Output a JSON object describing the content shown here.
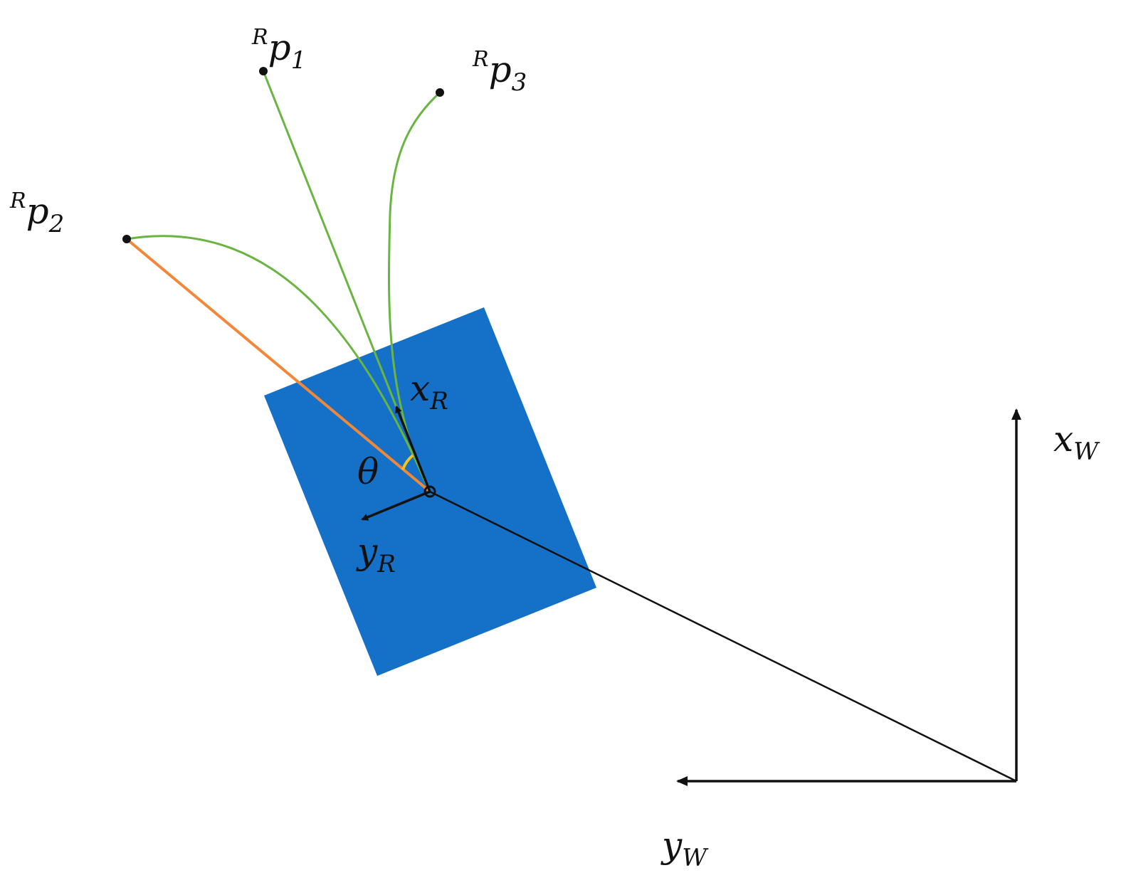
{
  "points": {
    "p1": {
      "superscript": "R",
      "base": "p",
      "subscript": "1"
    },
    "p2": {
      "superscript": "R",
      "base": "p",
      "subscript": "2"
    },
    "p3": {
      "superscript": "R",
      "base": "p",
      "subscript": "3"
    }
  },
  "robot_frame": {
    "x_axis": {
      "base": "x",
      "subscript": "R"
    },
    "y_axis": {
      "base": "y",
      "subscript": "R"
    },
    "angle_label": "θ"
  },
  "world_frame": {
    "x_axis": {
      "base": "x",
      "subscript": "W"
    },
    "y_axis": {
      "base": "y",
      "subscript": "W"
    }
  },
  "colors": {
    "robot_body": "#1570c8",
    "path": "#6ab542",
    "heading_line": "#f0883a",
    "angle_arc": "#f5c21c",
    "axes": "#111111"
  }
}
